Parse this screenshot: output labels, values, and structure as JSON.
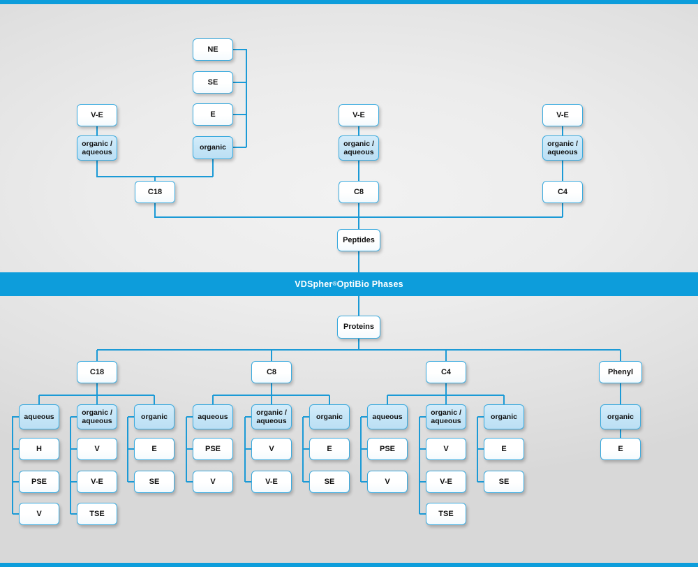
{
  "meta": {
    "title": "VDSpher OptiBio Phases selection chart",
    "accent_color": "#0d9ddb",
    "line_color": "#1b9ad6",
    "node_fill": "#ffffff",
    "highlight_fill": "#c6e5f5",
    "background": "#e7e7e7"
  },
  "banner": {
    "text_before": "VDSpher",
    "superscript": "®",
    "text_after": " OptiBio Phases"
  },
  "peptides": {
    "root_label": "Peptides",
    "columns": [
      {
        "id": "c18",
        "label": "C18",
        "modes": [
          {
            "label_line1": "organic /",
            "label_line2": "aqueous",
            "highlight": true,
            "parent": "V-E",
            "children": []
          },
          {
            "label_line1": "organic",
            "label_line2": "",
            "highlight": true,
            "parent": "",
            "children": [
              "NE",
              "SE",
              "E"
            ]
          }
        ],
        "top_label": "V-E"
      },
      {
        "id": "c8",
        "label": "C8",
        "modes": [
          {
            "label_line1": "organic /",
            "label_line2": "aqueous",
            "highlight": true,
            "parent": "V-E",
            "children": []
          }
        ],
        "top_label": "V-E"
      },
      {
        "id": "c4",
        "label": "C4",
        "modes": [
          {
            "label_line1": "organic /",
            "label_line2": "aqueous",
            "highlight": true,
            "parent": "V-E",
            "children": []
          }
        ],
        "top_label": "V-E"
      }
    ]
  },
  "proteins": {
    "root_label": "Proteins",
    "columns": [
      {
        "id": "c18",
        "label": "C18",
        "groups": [
          {
            "head_line1": "aqueous",
            "head_line2": "",
            "children": [
              "H",
              "PSE",
              "V"
            ]
          },
          {
            "head_line1": "organic /",
            "head_line2": "aqueous",
            "children": [
              "V",
              "V-E",
              "TSE"
            ]
          },
          {
            "head_line1": "organic",
            "head_line2": "",
            "children": [
              "E",
              "SE"
            ]
          }
        ]
      },
      {
        "id": "c8",
        "label": "C8",
        "groups": [
          {
            "head_line1": "aqueous",
            "head_line2": "",
            "children": [
              "PSE",
              "V"
            ]
          },
          {
            "head_line1": "organic /",
            "head_line2": "aqueous",
            "children": [
              "V",
              "V-E"
            ]
          },
          {
            "head_line1": "organic",
            "head_line2": "",
            "children": [
              "E",
              "SE"
            ]
          }
        ]
      },
      {
        "id": "c4",
        "label": "C4",
        "groups": [
          {
            "head_line1": "aqueous",
            "head_line2": "",
            "children": [
              "PSE",
              "V"
            ]
          },
          {
            "head_line1": "organic /",
            "head_line2": "aqueous",
            "children": [
              "V",
              "V-E",
              "TSE"
            ]
          },
          {
            "head_line1": "organic",
            "head_line2": "",
            "children": [
              "E",
              "SE"
            ]
          }
        ]
      },
      {
        "id": "phenyl",
        "label": "Phenyl",
        "groups": [
          {
            "head_line1": "organic",
            "head_line2": "",
            "children": [
              "E"
            ]
          }
        ]
      }
    ]
  },
  "nodes": {
    "top_ne": "NE",
    "top_se": "SE",
    "top_e": "E",
    "top_organic": "organic",
    "ve_left": "V-E",
    "ve_mid": "V-E",
    "ve_right": "V-E",
    "oa_left_1": "organic /",
    "oa_left_2": "aqueous",
    "oa_mid_1": "organic /",
    "oa_mid_2": "aqueous",
    "oa_right_1": "organic /",
    "oa_right_2": "aqueous",
    "c18_top": "C18",
    "c8_top": "C8",
    "c4_top": "C4",
    "peptides": "Peptides",
    "proteins": "Proteins",
    "c18_bot": "C18",
    "c8_bot": "C8",
    "c4_bot": "C4",
    "phenyl_bot": "Phenyl",
    "g1_aqueous": "aqueous",
    "g1_oa_1": "organic /",
    "g1_oa_2": "aqueous",
    "g1_organic": "organic",
    "g1_a_c1": "H",
    "g1_a_c2": "PSE",
    "g1_a_c3": "V",
    "g1_oa_c1": "V",
    "g1_oa_c2": "V-E",
    "g1_oa_c3": "TSE",
    "g1_o_c1": "E",
    "g1_o_c2": "SE",
    "g2_aqueous": "aqueous",
    "g2_oa_1": "organic /",
    "g2_oa_2": "aqueous",
    "g2_organic": "organic",
    "g2_a_c1": "PSE",
    "g2_a_c2": "V",
    "g2_oa_c1": "V",
    "g2_oa_c2": "V-E",
    "g2_o_c1": "E",
    "g2_o_c2": "SE",
    "g3_aqueous": "aqueous",
    "g3_oa_1": "organic /",
    "g3_oa_2": "aqueous",
    "g3_organic": "organic",
    "g3_a_c1": "PSE",
    "g3_a_c2": "V",
    "g3_oa_c1": "V",
    "g3_oa_c2": "V-E",
    "g3_oa_c3": "TSE",
    "g3_o_c1": "E",
    "g3_o_c2": "SE",
    "g4_organic": "organic",
    "g4_o_c1": "E"
  }
}
